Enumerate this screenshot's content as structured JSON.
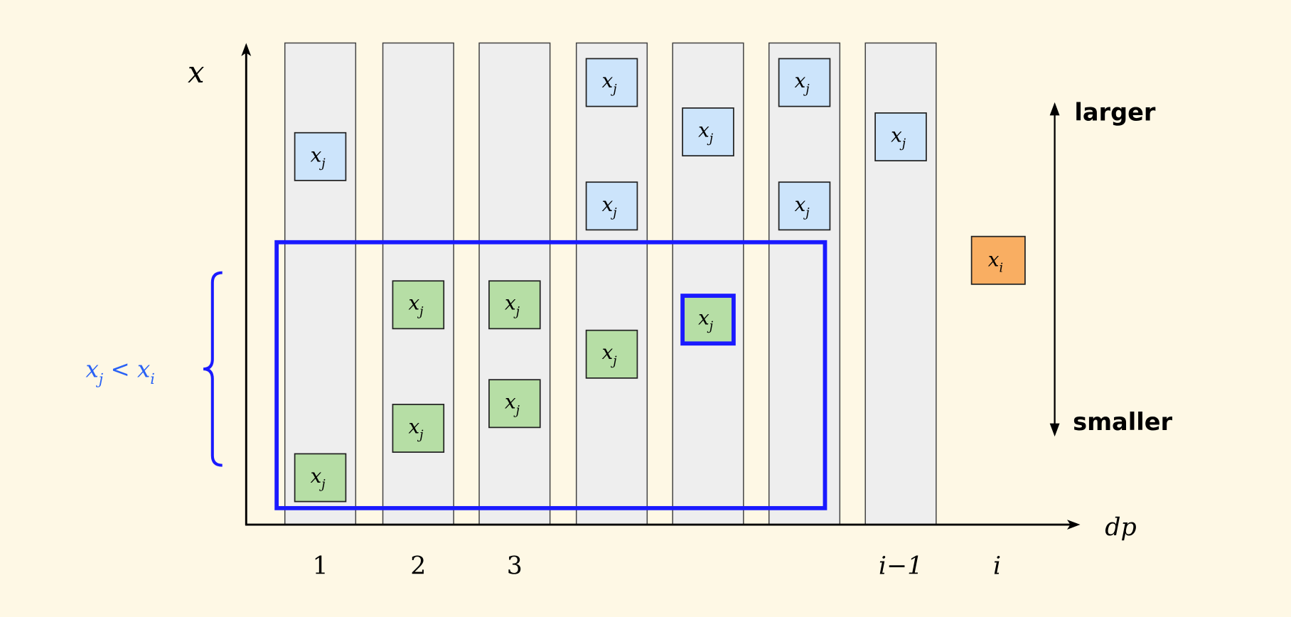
{
  "axis": {
    "y_label": "x",
    "x_label": "dp"
  },
  "ticks": [
    {
      "col": 0,
      "label": "1"
    },
    {
      "col": 1,
      "label": "2"
    },
    {
      "col": 2,
      "label": "3"
    },
    {
      "col": 6,
      "label": "i−1"
    },
    {
      "col": 7,
      "label": "i"
    }
  ],
  "columns": [
    {
      "cells": [
        {
          "level": 7.5,
          "kind": "larger"
        },
        {
          "level": 1.0,
          "kind": "smaller"
        }
      ]
    },
    {
      "cells": [
        {
          "level": 4.5,
          "kind": "smaller"
        },
        {
          "level": 2.0,
          "kind": "smaller"
        }
      ]
    },
    {
      "cells": [
        {
          "level": 4.5,
          "kind": "smaller"
        },
        {
          "level": 2.5,
          "kind": "smaller"
        }
      ]
    },
    {
      "cells": [
        {
          "level": 9.0,
          "kind": "larger"
        },
        {
          "level": 6.5,
          "kind": "larger"
        },
        {
          "level": 3.5,
          "kind": "smaller"
        }
      ]
    },
    {
      "cells": [
        {
          "level": 8.0,
          "kind": "larger"
        },
        {
          "level": 4.2,
          "kind": "smaller",
          "highlight": true
        }
      ]
    },
    {
      "cells": [
        {
          "level": 9.0,
          "kind": "larger"
        },
        {
          "level": 6.5,
          "kind": "larger"
        }
      ]
    },
    {
      "cells": [
        {
          "level": 7.9,
          "kind": "larger"
        }
      ]
    }
  ],
  "cell_label": "x",
  "cell_sub": "j",
  "target": {
    "label": "x",
    "sub": "i",
    "level": 5.5
  },
  "brace_label": {
    "a": "x",
    "a_sub": "j",
    "op": " < ",
    "b": "x",
    "b_sub": "i"
  },
  "legend": {
    "top": "larger",
    "bottom": "smaller"
  },
  "colors": {
    "background": "#fef8e5",
    "column": "#eeeeee",
    "larger": "#cce4fb",
    "smaller": "#b6dea5",
    "target": "#f9ae62",
    "highlight": "#1a1aff",
    "brace_text": "#2a62f5"
  }
}
